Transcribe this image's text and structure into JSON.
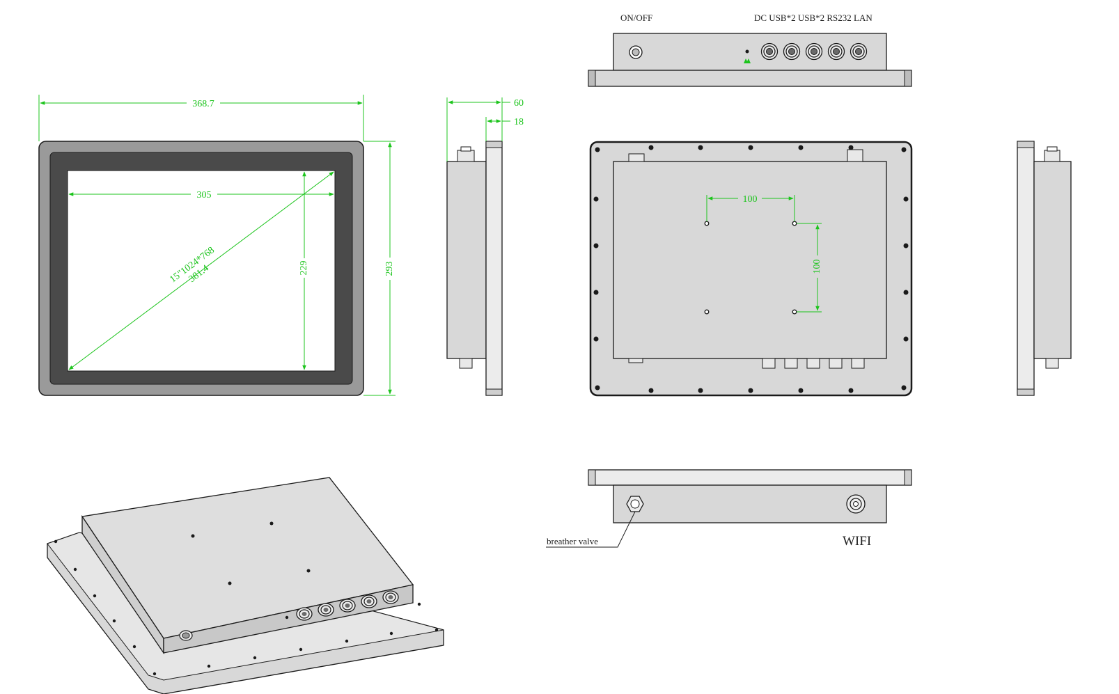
{
  "colors": {
    "dimension": "#1cc41c",
    "outline": "#1a1a1a",
    "bezel_light": "#9a9a9a",
    "bezel_dark": "#4a4a4a",
    "panel_fill": "#d8d8d8",
    "screen": "#ffffff"
  },
  "front_view": {
    "width_label": "368.7",
    "active_width_label": "305",
    "active_height_label": "229",
    "height_label": "293",
    "diagonal_spec": "15\"1024*768",
    "diagonal_label": "381.4"
  },
  "side_view": {
    "depth_label": "60",
    "frame_label": "18"
  },
  "top_view": {
    "on_off_label": "ON/OFF",
    "ports_label": "DC USB*2 USB*2 RS232 LAN"
  },
  "back_view": {
    "vesa_h_label": "100",
    "vesa_v_label": "100"
  },
  "bottom_view": {
    "breather_label": "breather valve",
    "wifi_label": "WIFI"
  }
}
